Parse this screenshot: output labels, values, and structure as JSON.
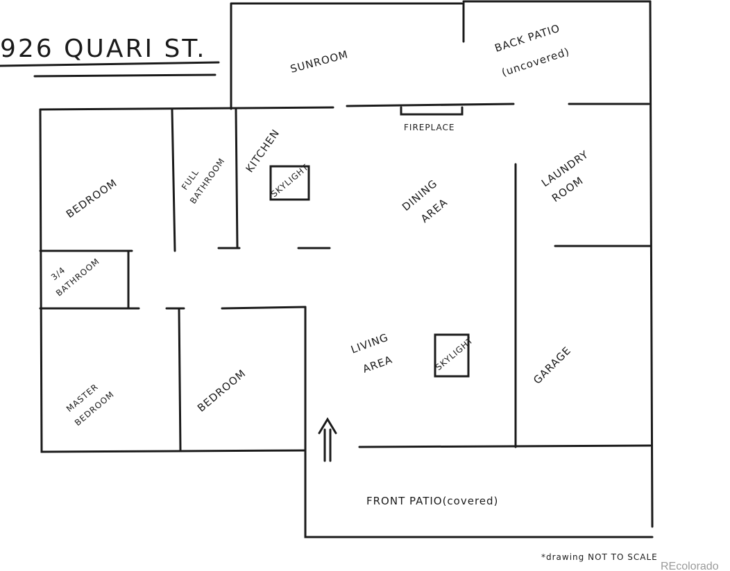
{
  "title": "926 QUARI ST.",
  "rooms": {
    "sunroom": "SUNROOM",
    "back_patio_1": "BACK PATIO",
    "back_patio_2": "(uncovered)",
    "fireplace": "FIREPLACE",
    "kitchen": "KITCHEN",
    "skylight_kitchen": "SKYLIGHT",
    "bedroom_1": "BEDROOM",
    "full_bath_1": "FULL",
    "full_bath_2": "BATHROOM",
    "dining_1": "DINING",
    "dining_2": "AREA",
    "laundry_1": "LAUNDRY",
    "laundry_2": "ROOM",
    "three_quarter_bath_1": "3/4",
    "three_quarter_bath_2": "BATHROOM",
    "living_1": "LIVING",
    "living_2": "AREA",
    "skylight_living": "SKYLIGHT",
    "garage": "GARAGE",
    "master_1": "MASTER",
    "master_2": "BEDROOM",
    "bedroom_2": "BEDROOM",
    "front_patio": "FRONT PATIO(covered)"
  },
  "note": "*drawing NOT TO SCALE",
  "watermark": "REcolorado"
}
